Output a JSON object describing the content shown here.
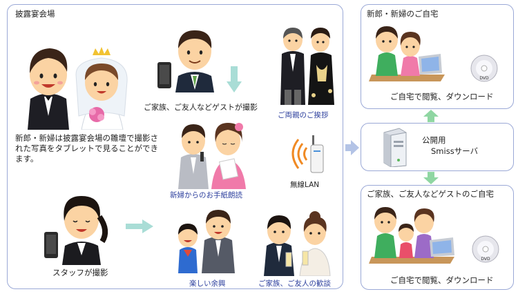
{
  "venue": {
    "title": "披露宴会場",
    "description": "新郎・新婦は披露宴会場の雛壇で撮影された写真をタブレットで見ることができます。",
    "caption_family_shoot": "ご家族、ご友人などゲストが撮影",
    "caption_parents": "ご両親のご挨拶",
    "caption_letter": "新婦からのお手紙朗読",
    "caption_wifi": "無線LAN",
    "caption_staff": "スタッフが撮影",
    "caption_fun": "楽しい余興",
    "caption_chat": "ご家族、ご友人の歓談"
  },
  "home_couple": {
    "title": "新郎・新婦のご自宅",
    "caption": "ご自宅で閲覧、ダウンロード",
    "dvd_label": "DVD"
  },
  "server": {
    "line1": "公開用",
    "line2": "Smissサーバ"
  },
  "home_guests": {
    "title": "ご家族、ご友人などゲストのご自宅",
    "caption": "ご自宅で閲覧、ダウンロード",
    "dvd_label": "DVD"
  },
  "colors": {
    "panel_border": "#9aa8d6",
    "caption_blue": "#2a3d9c",
    "arrow_teal": "#a9ddd6",
    "arrow_blue": "#b3c3e6",
    "arrow_green": "#8fd6a2",
    "skin": "#fbd3a3",
    "hair": "#3a2418"
  }
}
